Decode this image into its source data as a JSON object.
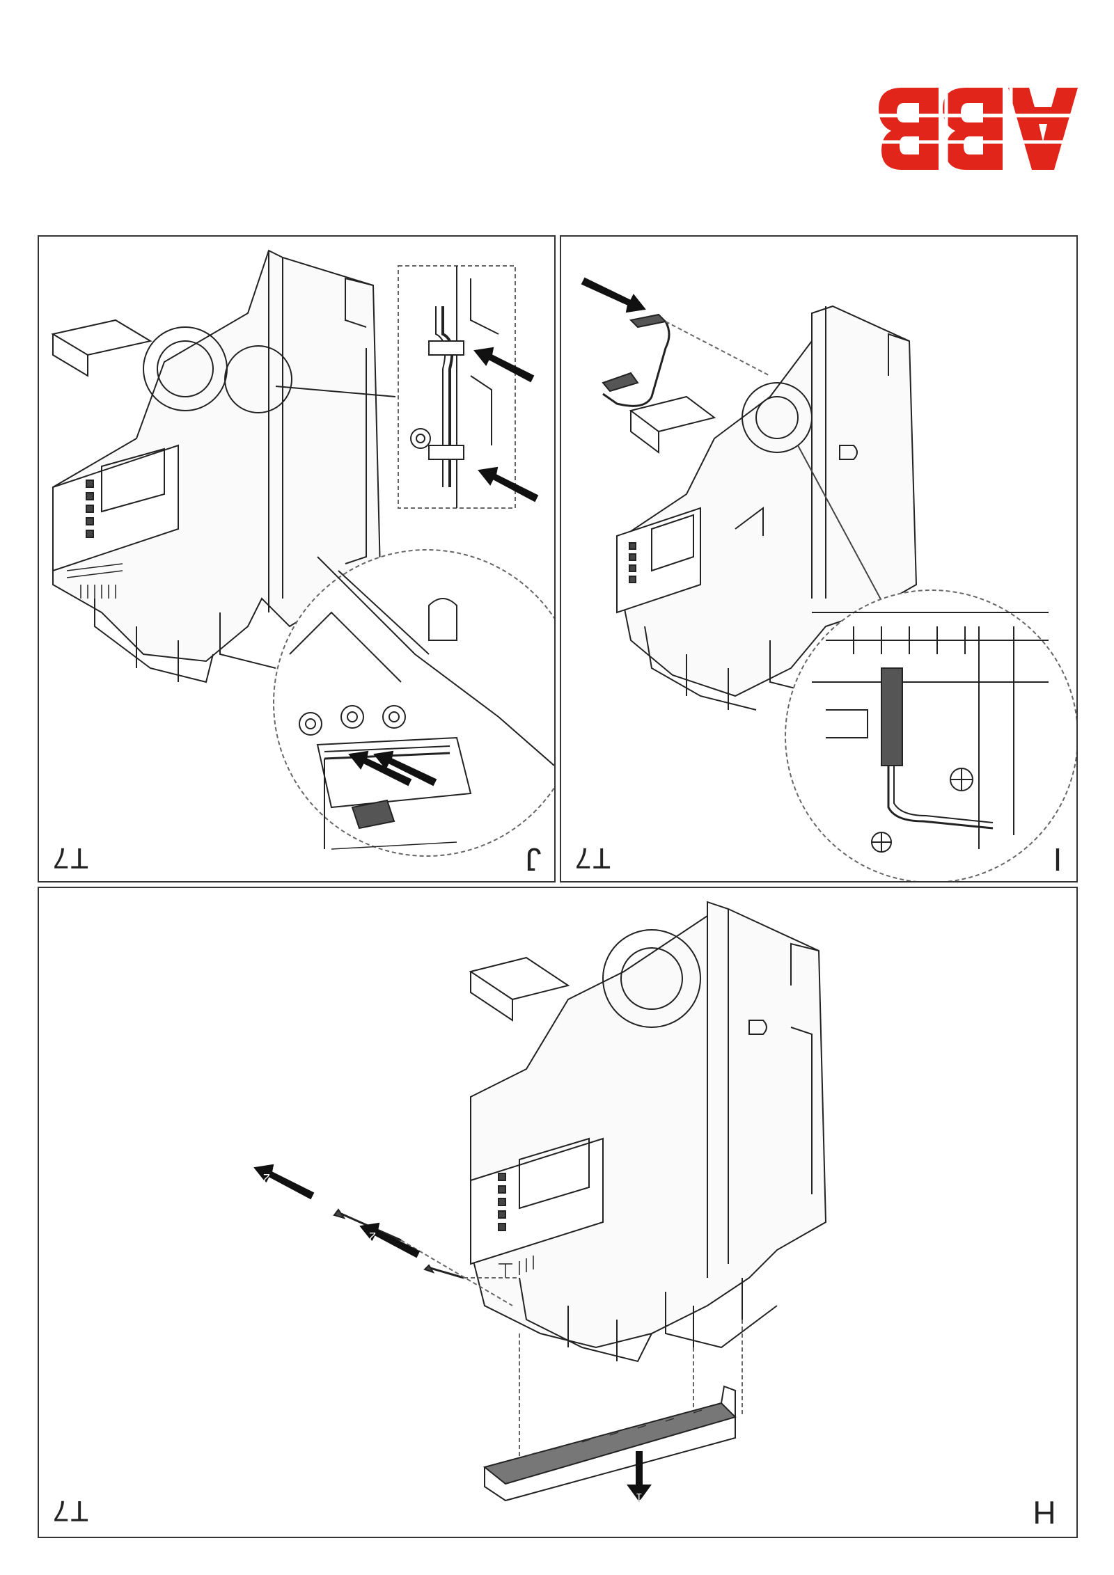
{
  "brand": {
    "logo_text": "ABB",
    "color": "#e1251b",
    "orientation": "upside-down"
  },
  "panels": [
    {
      "id": "J",
      "step_letter": "J",
      "model": "T7"
    },
    {
      "id": "I",
      "step_letter": "I",
      "model": "T7"
    },
    {
      "id": "H",
      "step_letter": "H",
      "model": "T7",
      "arrow_numbers": [
        "1",
        "2",
        "2"
      ]
    }
  ],
  "page_orientation": "rotated-180"
}
